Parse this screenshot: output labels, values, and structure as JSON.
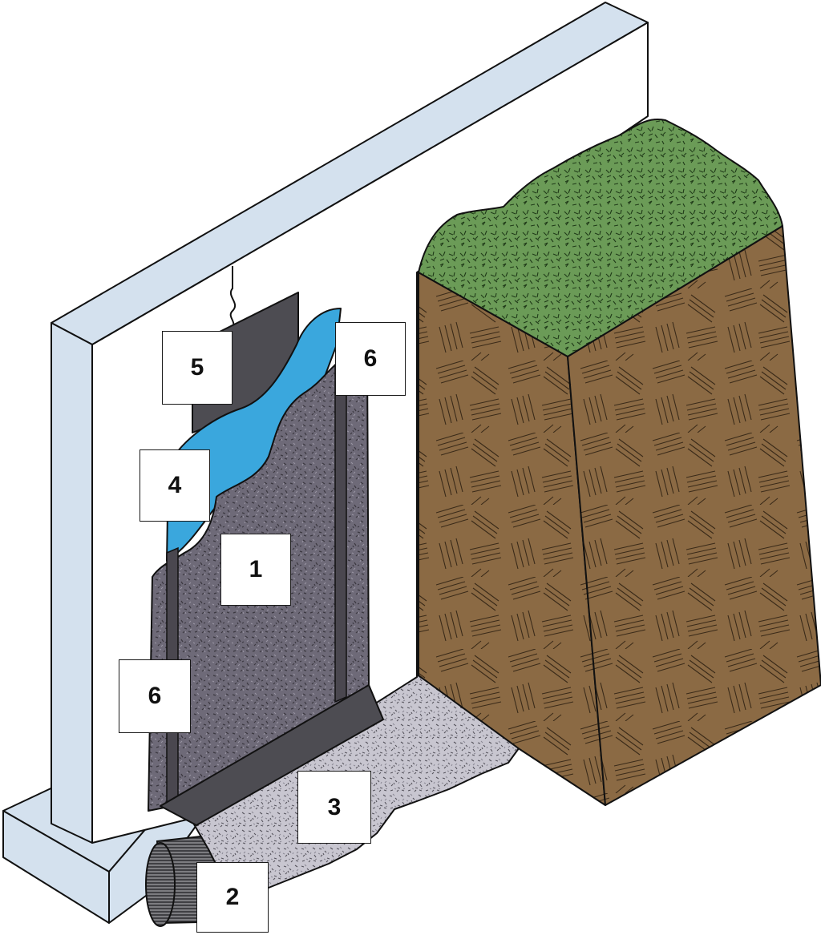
{
  "diagram": {
    "colors": {
      "wall_face": "#ffffff",
      "wall_edge": "#d4e1ee",
      "footing": "#d4e1ee",
      "membrane": "#6e6a78",
      "membrane_dark": "#4a474f",
      "sheet_dark": "#4d4c52",
      "blue_layer": "#3aa7dd",
      "gravel": "#c8c6d0",
      "soil": "#8b6a44",
      "grass": "#6b9b57",
      "pipe": "#7c7c80",
      "outline": "#111111"
    },
    "labels": [
      {
        "id": "label-5",
        "text": "5"
      },
      {
        "id": "label-6-top",
        "text": "6"
      },
      {
        "id": "label-4",
        "text": "4"
      },
      {
        "id": "label-1",
        "text": "1"
      },
      {
        "id": "label-6-bottom",
        "text": "6"
      },
      {
        "id": "label-3",
        "text": "3"
      },
      {
        "id": "label-2",
        "text": "2"
      }
    ]
  }
}
